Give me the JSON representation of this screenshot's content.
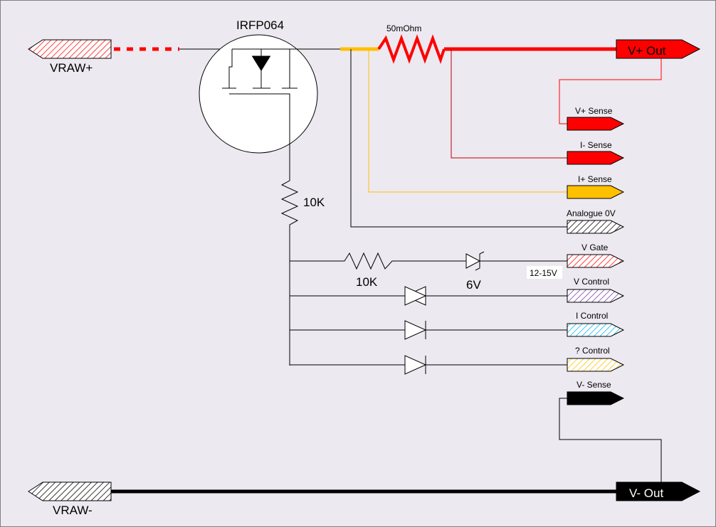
{
  "title": "",
  "components": {
    "mosfet": "IRFP064",
    "shunt": "50mOhm",
    "gate_resistor": "10K",
    "series_resistor": "10K",
    "zener": "6V",
    "gate_voltage_note": "12-15V"
  },
  "connectors": {
    "vraw_plus": "VRAW+",
    "vraw_minus": "VRAW-",
    "v_plus_out": "V+ Out",
    "v_minus_out": "V- Out",
    "v_plus_sense": "V+ Sense",
    "i_minus_sense": "I- Sense",
    "i_plus_sense": "I+ Sense",
    "analogue_0v": "Analogue 0V",
    "v_gate": "V Gate",
    "v_control": "V Control",
    "i_control": "I Control",
    "q_control": "? Control",
    "v_minus_sense": "V- Sense"
  },
  "colors": {
    "background": "#ece9f0",
    "red": "#ff0000",
    "orange": "#ffc000",
    "black": "#000000",
    "purple": "#7030a0",
    "cyan": "#00b0f0",
    "yellow_hatch": "#ffc000"
  }
}
